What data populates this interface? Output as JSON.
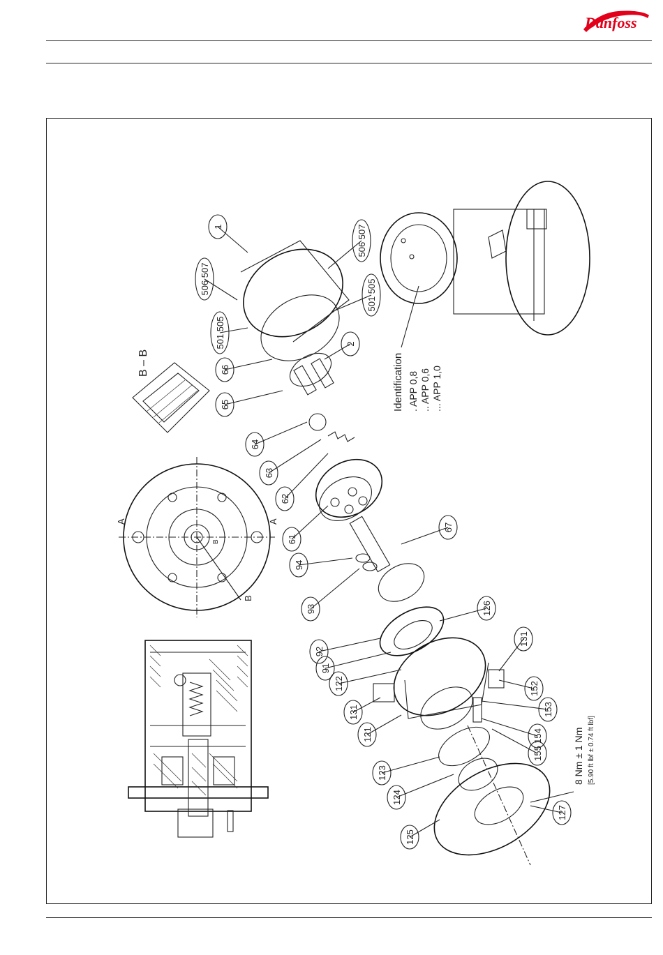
{
  "header": {
    "brand": "Danfoss"
  },
  "callouts": [
    {
      "id": "c1",
      "label": "1"
    },
    {
      "id": "c2",
      "label": "506 507"
    },
    {
      "id": "c3",
      "label": "501 505"
    },
    {
      "id": "c4",
      "label": "66"
    },
    {
      "id": "c5",
      "label": "65"
    },
    {
      "id": "c6",
      "label": "2"
    },
    {
      "id": "c7",
      "label": "506 507"
    },
    {
      "id": "c8",
      "label": "501 505"
    },
    {
      "id": "c9",
      "label": "64"
    },
    {
      "id": "c10",
      "label": "63"
    },
    {
      "id": "c11",
      "label": "62"
    },
    {
      "id": "c12",
      "label": "61"
    },
    {
      "id": "c13",
      "label": "67"
    },
    {
      "id": "c14",
      "label": "94"
    },
    {
      "id": "c15",
      "label": "93"
    },
    {
      "id": "c16",
      "label": "126"
    },
    {
      "id": "c17",
      "label": "92"
    },
    {
      "id": "c18",
      "label": "91"
    },
    {
      "id": "c19",
      "label": "122"
    },
    {
      "id": "c20",
      "label": "131"
    },
    {
      "id": "c21",
      "label": "131"
    },
    {
      "id": "c22",
      "label": "152"
    },
    {
      "id": "c23",
      "label": "121"
    },
    {
      "id": "c24",
      "label": "153"
    },
    {
      "id": "c25",
      "label": "154"
    },
    {
      "id": "c26",
      "label": "155"
    },
    {
      "id": "c27",
      "label": "123"
    },
    {
      "id": "c28",
      "label": "124"
    },
    {
      "id": "c29",
      "label": "125"
    },
    {
      "id": "c30",
      "label": "127"
    }
  ],
  "identification": {
    "title": "Identification",
    "rows": [
      ". APP 0,8",
      ".. APP 0,6",
      "... APP 1,0"
    ]
  },
  "section_labels": {
    "bb": "B – B",
    "a_left": "A",
    "a_right": "A",
    "b_top": "B",
    "b_bottom": "B"
  },
  "torque": {
    "value": "8 Nm ± 1 Nm",
    "imperial": "[5.90 ft lbf ± 0.74 ft lbf]"
  }
}
